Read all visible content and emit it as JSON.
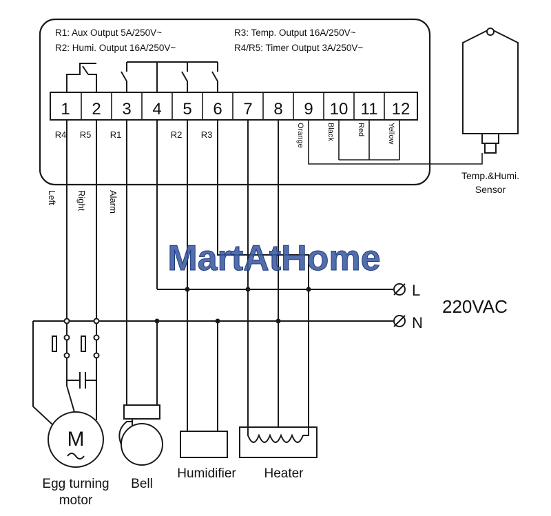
{
  "header": {
    "line1_left": "R1: Aux  Output 5A/250V~",
    "line1_right": "R3: Temp. Output 16A/250V~",
    "line2_left": "R2: Humi.  Output 16A/250V~",
    "line2_right": "R4/R5: Timer  Output 3A/250V~"
  },
  "terminals": [
    "1",
    "2",
    "3",
    "4",
    "5",
    "6",
    "7",
    "8",
    "9",
    "10",
    "11",
    "12"
  ],
  "relay_labels": {
    "r4": "R4",
    "r5": "R5",
    "r1": "R1",
    "r2": "R2",
    "r3": "R3"
  },
  "sensor_wires": {
    "orange": "Orange",
    "black": "Black",
    "red": "Red",
    "yellow": "Yellow"
  },
  "sensor_label": {
    "line1": "Temp.&Humi.",
    "line2": "Sensor"
  },
  "output_labels": {
    "left": "Left",
    "right": "Right",
    "alarm": "Alarm"
  },
  "power": {
    "l": "L",
    "n": "N",
    "voltage": "220VAC"
  },
  "motor_symbol": "M",
  "devices": {
    "motor_line1": "Egg turning",
    "motor_line2": "motor",
    "bell": "Bell",
    "humidifier": "Humidifier",
    "heater": "Heater"
  },
  "watermark": "MartAtHome",
  "colors": {
    "line": "#1a1a1a",
    "watermark": "#3b5aa0"
  }
}
